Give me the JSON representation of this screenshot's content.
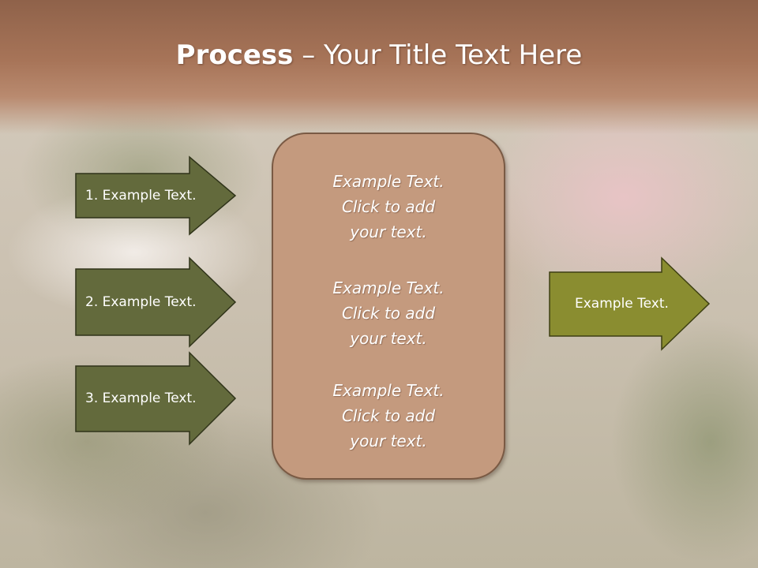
{
  "title": {
    "strong": "Process",
    "dash": " – ",
    "rest": "Your Title Text Here"
  },
  "left_arrows": [
    {
      "label": "1. Example Text."
    },
    {
      "label": "2. Example Text."
    },
    {
      "label": "3. Example Text."
    }
  ],
  "center_box": {
    "items": [
      {
        "line1": "Example Text.",
        "line2": "Click  to add",
        "line3": "your text."
      },
      {
        "line1": "Example Text.",
        "line2": "Click  to add",
        "line3": "your text."
      },
      {
        "line1": "Example Text.",
        "line2": "Click  to add",
        "line3": "your text."
      }
    ]
  },
  "right_arrow": {
    "label": "Example Text."
  },
  "colors": {
    "left_arrow_fill": "#636a3c",
    "right_arrow_fill": "#8a8d30",
    "center_box_fill": "#c49a7e",
    "title_band": "#a77458"
  }
}
